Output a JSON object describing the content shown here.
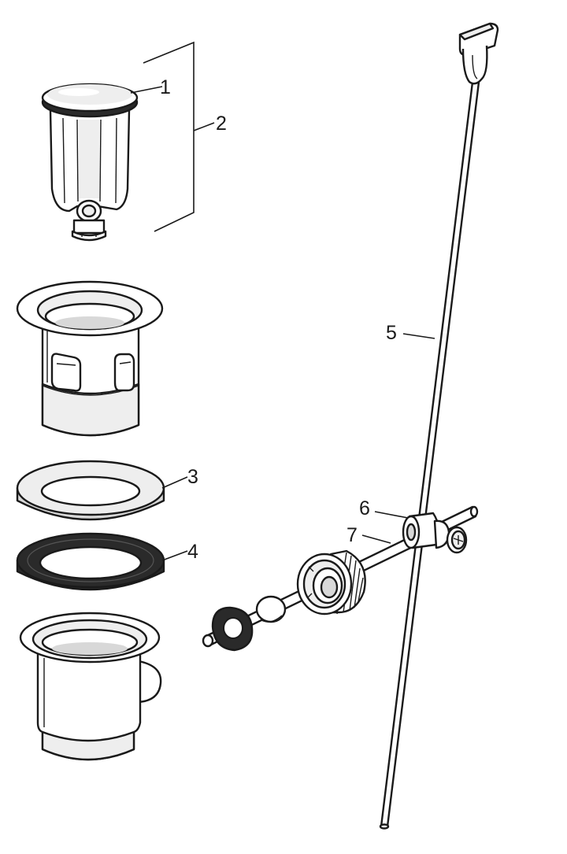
{
  "diagram": {
    "callouts": [
      {
        "id": "1",
        "label": "1"
      },
      {
        "id": "2",
        "label": "2"
      },
      {
        "id": "3",
        "label": "3"
      },
      {
        "id": "4",
        "label": "4"
      },
      {
        "id": "5",
        "label": "5"
      },
      {
        "id": "6",
        "label": "6"
      },
      {
        "id": "7",
        "label": "7"
      }
    ],
    "parts": [
      "plug-cap",
      "plug-assembly",
      "flat-washer",
      "rubber-seal",
      "lift-rod",
      "clamp",
      "pivot-rod",
      "drain-flange",
      "drain-body",
      "nut",
      "rod-seal"
    ]
  }
}
